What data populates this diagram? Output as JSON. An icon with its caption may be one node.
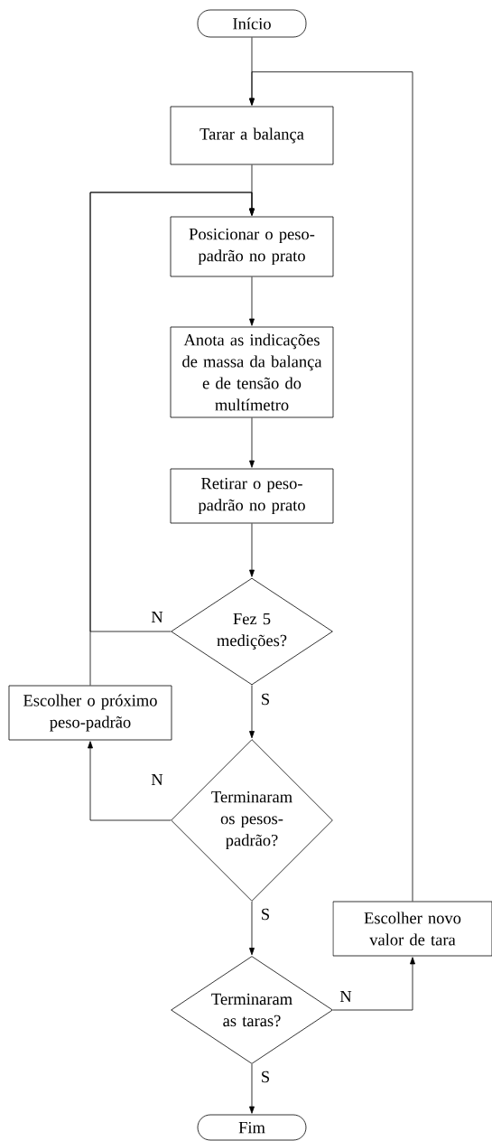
{
  "diagram": {
    "nodes": [
      {
        "text": [
          "Início"
        ]
      },
      {
        "text": [
          "Tarar a balança"
        ]
      },
      {
        "text": [
          "Posicionar o peso-padrão no prato"
        ]
      },
      {
        "text": [
          "Anota as indicações de massa da balança e de tensão do multímetro"
        ]
      },
      {
        "text": [
          "Retirar o peso-padrão no prato"
        ]
      },
      {
        "text": [
          "Fez 5 medições?"
        ]
      },
      {
        "text": [
          "Escolher o próximo peso-padrão"
        ]
      },
      {
        "text": [
          "Terminaram os pesos-padrão?"
        ]
      },
      {
        "text": [
          "Terminaram as taras?"
        ]
      },
      {
        "text": [
          "Escolher novo valor de tara"
        ]
      },
      {
        "text": [
          "Fim"
        ]
      }
    ],
    "edges": [
      {
        "from": 0,
        "to": 1,
        "arrow": "to"
      },
      {
        "from": 9,
        "to": 1,
        "arrow": "to"
      },
      {
        "from": 1,
        "to": 2,
        "arrow": "to"
      },
      {
        "from": 5,
        "to": 2,
        "arrow": "to",
        "label": "N"
      },
      {
        "from": 6,
        "to": 2,
        "arrow": "to"
      },
      {
        "from": 2,
        "to": 3,
        "arrow": "to"
      },
      {
        "from": 3,
        "to": 4,
        "arrow": "to"
      },
      {
        "from": 4,
        "to": 5,
        "arrow": "to"
      },
      {
        "from": 5,
        "to": 7,
        "arrow": "to",
        "label": "S"
      },
      {
        "from": 7,
        "to": 6,
        "arrow": "to",
        "label": "N"
      },
      {
        "from": 7,
        "to": 8,
        "arrow": "to",
        "label": "S"
      },
      {
        "from": 8,
        "to": 9,
        "arrow": "to",
        "label": "N"
      },
      {
        "from": 8,
        "to": 10,
        "arrow": "to",
        "label": "S"
      }
    ]
  }
}
